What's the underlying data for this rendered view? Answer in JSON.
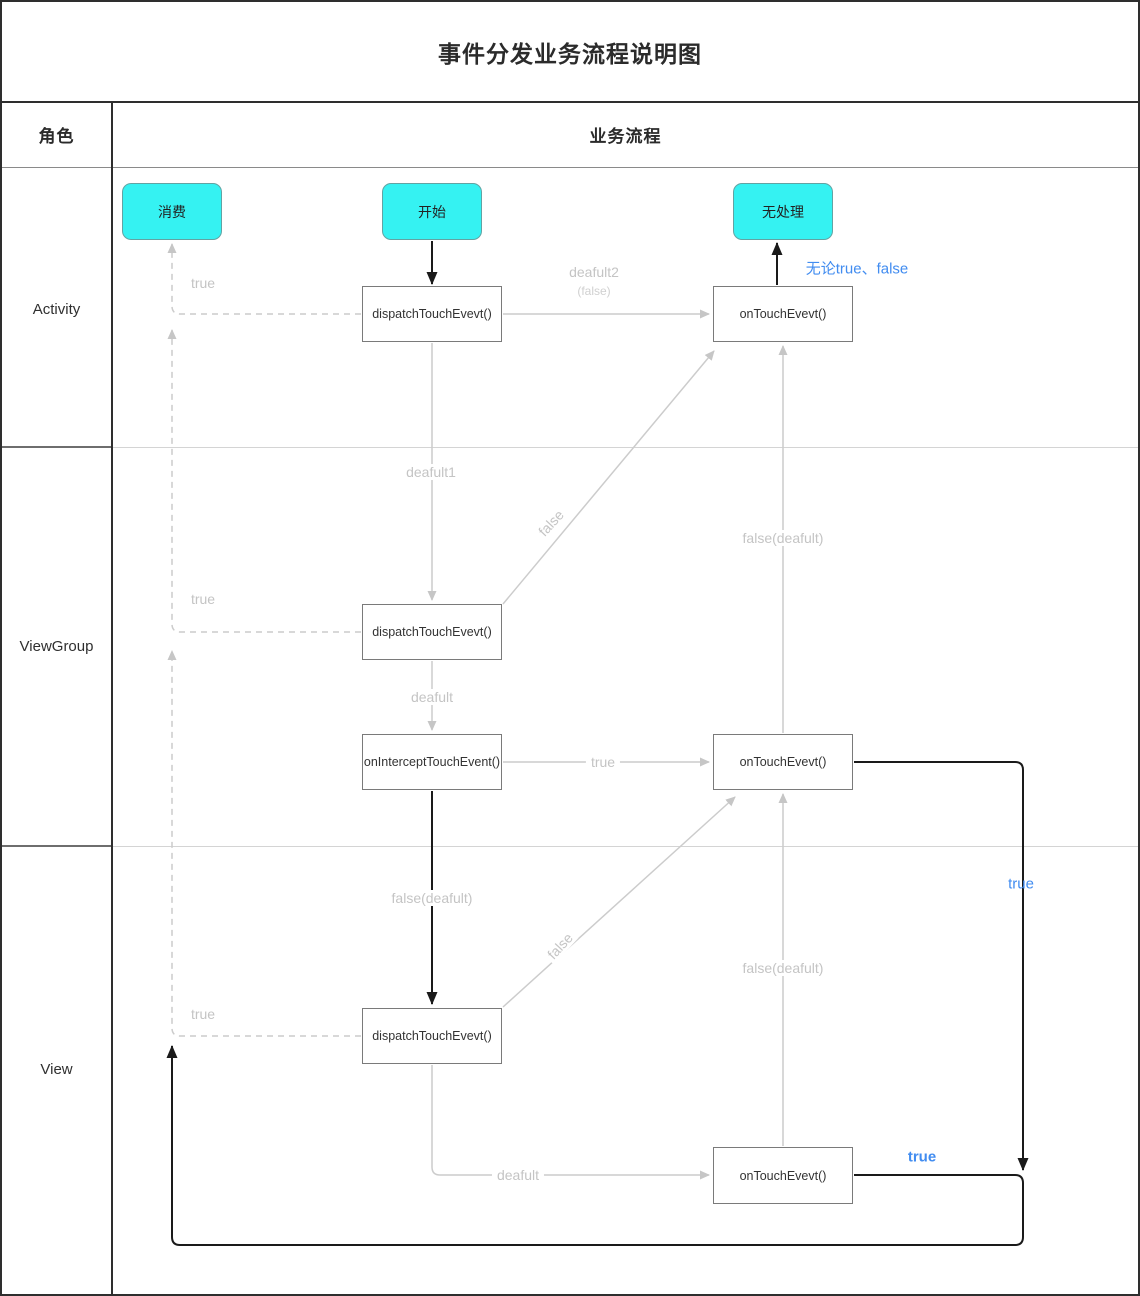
{
  "title": "事件分发业务流程说明图",
  "header": {
    "role": "角色",
    "flow": "业务流程"
  },
  "lanes": [
    {
      "label": "Activity"
    },
    {
      "label": "ViewGroup"
    },
    {
      "label": "View"
    }
  ],
  "nodes": {
    "consume": {
      "label": "消费"
    },
    "start": {
      "label": "开始"
    },
    "no_handle": {
      "label": "无处理"
    },
    "activity_dispatch": {
      "label": "dispatchTouchEvevt()"
    },
    "activity_ontouch": {
      "label": "onTouchEvevt()"
    },
    "viewgroup_dispatch": {
      "label": "dispatchTouchEvevt()"
    },
    "viewgroup_intercept": {
      "label": "onInterceptTouchEvent()"
    },
    "viewgroup_ontouch": {
      "label": "onTouchEvevt()"
    },
    "view_dispatch": {
      "label": "dispatchTouchEvevt()"
    },
    "view_ontouch": {
      "label": "onTouchEvevt()"
    }
  },
  "edge_labels": {
    "activity_consume_true": "true",
    "viewgroup_up_true": "true",
    "view_up_true": "true",
    "activity_deafult2": "deafult2",
    "activity_deafult2_sub": "(false)",
    "deafult1": "deafult1",
    "viewgroup_deafult": "deafult",
    "viewgroup_false_diag": "false",
    "activity_false_deafult": "false(deafult)",
    "intercept_true": "true",
    "view_false_deafult": "false(deafult)",
    "view_false_diag": "false",
    "viewgroup_false_deafult": "false(deafult)",
    "view_deafult": "deafult",
    "no_matter_true_false": "无论true、false",
    "ontouch_true_right": "true",
    "ontouch_true_bottom": "true"
  },
  "colors": {
    "terminal_fill": "#35F2F2",
    "terminal_border": "#62A3A3",
    "blue_label": "#418CF0",
    "gray_line": "#CCCCCC",
    "gray_label": "#C4C4C4",
    "black_line": "#1A1A1A",
    "box_border": "#7A7A7A",
    "text": "#333333"
  }
}
